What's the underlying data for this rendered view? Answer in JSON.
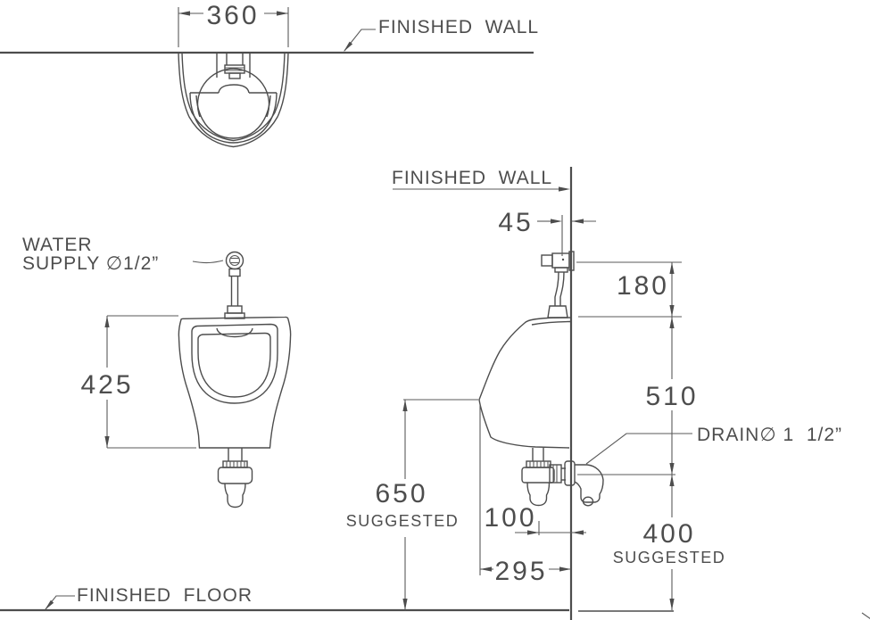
{
  "drawing": {
    "type": "technical-installation-diagram",
    "product": "wall-hung-urinal",
    "units": "mm",
    "colors": {
      "background": "#ffffff",
      "line": "#4d4d4d",
      "text": "#4d4d4d"
    },
    "top_view": {
      "wall_label": "FINISHED  WALL",
      "width_dim": "360"
    },
    "front_view": {
      "supply_label_line1": "WATER",
      "supply_label_line2": "SUPPLY ∅1/2”",
      "height_dim": "425"
    },
    "side_view": {
      "wall_label": "FINISHED  WALL",
      "floor_label": "FINISHED  FLOOR",
      "drain_label": "DRAIN∅ 1  1/2”",
      "valve_offset_dim": "45",
      "valve_height_dim": "180",
      "rim_to_drain_dim": "510",
      "mount_height_dim": "650",
      "mount_height_note": "SUGGESTED",
      "trap_offset_dim": "100",
      "depth_dim": "295",
      "drain_height_dim": "400",
      "drain_height_note": "SUGGESTED"
    }
  }
}
